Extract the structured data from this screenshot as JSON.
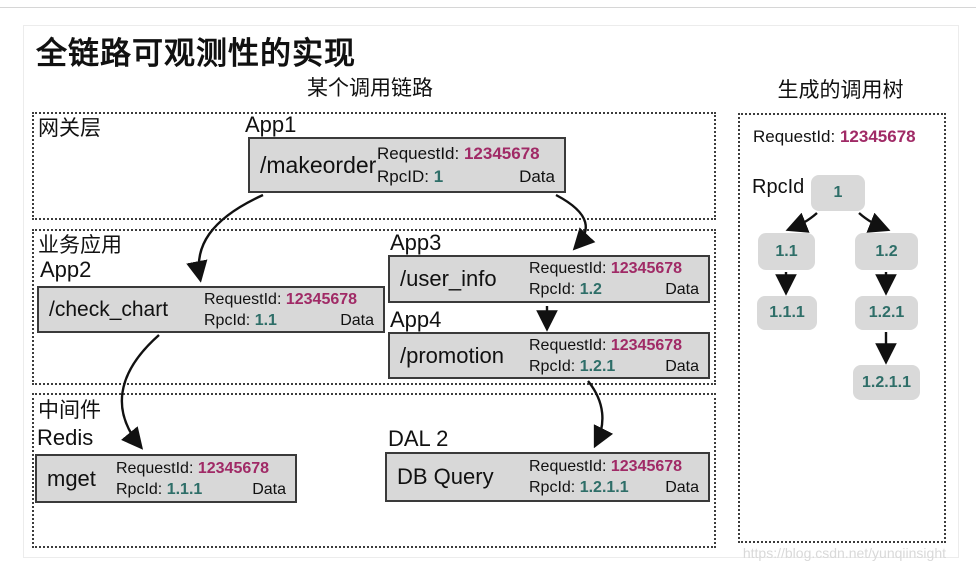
{
  "page": {
    "title": "全链路可观测性的实现",
    "left_heading": "某个调用链路",
    "right_heading": "生成的调用树",
    "watermark": "https://blog.csdn.net/yunqiinsight"
  },
  "colors": {
    "request_id_value": "#a02a66",
    "rpc_id_value": "#2e6e68",
    "node_box_fill": "#d8d8d8"
  },
  "layers": {
    "gateway": {
      "label": "网关层"
    },
    "business": {
      "label": "业务应用"
    },
    "middleware": {
      "label": "中间件"
    }
  },
  "chain": {
    "request_label": "RequestId:",
    "request_id": "12345678",
    "data_label": "Data",
    "nodes": [
      {
        "name": "App1",
        "path": "/makeorder",
        "rpc_label": "RpcID:",
        "rpc_id": "1"
      },
      {
        "name": "App2",
        "path": "/check_chart",
        "rpc_label": "RpcId:",
        "rpc_id": "1.1"
      },
      {
        "name": "App3",
        "path": "/user_info",
        "rpc_label": "RpcId:",
        "rpc_id": "1.2"
      },
      {
        "name": "App4",
        "path": "/promotion",
        "rpc_label": "RpcId:",
        "rpc_id": "1.2.1"
      },
      {
        "name": "Redis",
        "path": "mget",
        "rpc_label": "RpcId:",
        "rpc_id": "1.1.1"
      },
      {
        "name": "DAL 2",
        "path": "DB Query",
        "rpc_label": "RpcId:",
        "rpc_id": "1.2.1.1"
      }
    ]
  },
  "tree": {
    "request_label": "RequestId:",
    "request_id": "12345678",
    "rpc_label": "RpcId",
    "nodes": [
      "1",
      "1.1",
      "1.2",
      "1.1.1",
      "1.2.1",
      "1.2.1.1"
    ]
  }
}
